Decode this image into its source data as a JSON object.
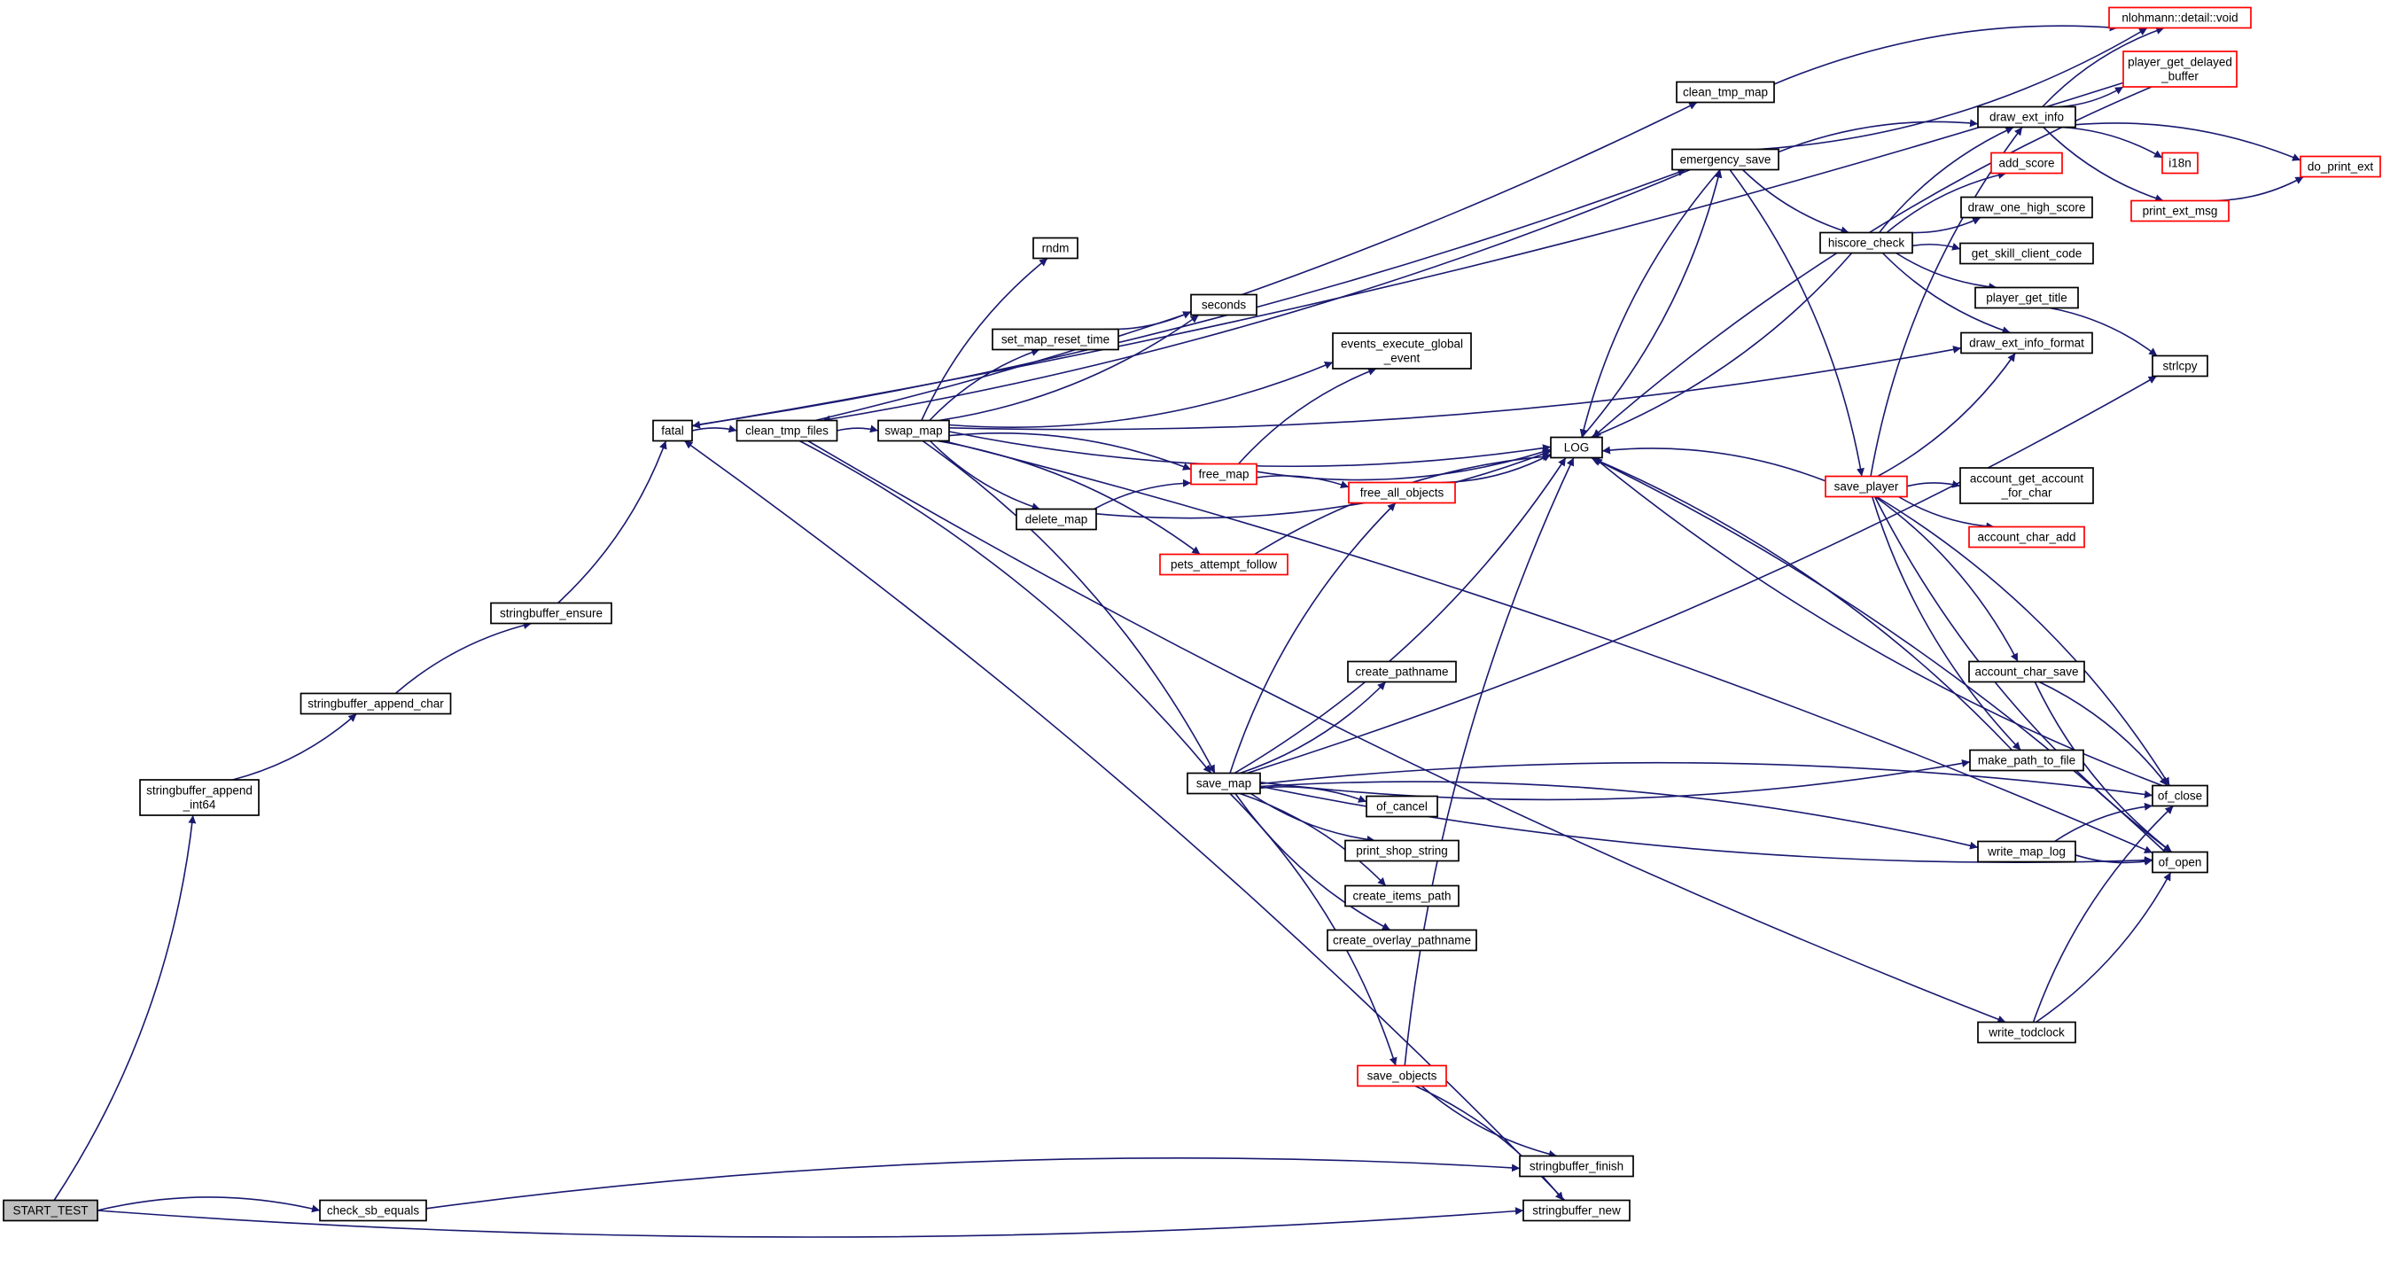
{
  "colors": {
    "edge": "#191970",
    "normal_border": "#000000",
    "external_border": "#ff0000",
    "root_fill": "#bfbfbf"
  },
  "nodes": [
    {
      "id": "START_TEST",
      "label": [
        "START_TEST"
      ],
      "style": "root"
    },
    {
      "id": "check_sb_equals",
      "label": [
        "check_sb_equals"
      ],
      "style": "normal"
    },
    {
      "id": "stringbuffer_append_int64",
      "label": [
        "stringbuffer_append",
        "_int64"
      ],
      "style": "normal"
    },
    {
      "id": "stringbuffer_append_char",
      "label": [
        "stringbuffer_append_char"
      ],
      "style": "normal"
    },
    {
      "id": "stringbuffer_ensure",
      "label": [
        "stringbuffer_ensure"
      ],
      "style": "normal"
    },
    {
      "id": "fatal",
      "label": [
        "fatal"
      ],
      "style": "normal"
    },
    {
      "id": "clean_tmp_files",
      "label": [
        "clean_tmp_files"
      ],
      "style": "normal"
    },
    {
      "id": "swap_map",
      "label": [
        "swap_map"
      ],
      "style": "normal"
    },
    {
      "id": "rndm",
      "label": [
        "rndm"
      ],
      "style": "normal"
    },
    {
      "id": "seconds",
      "label": [
        "seconds"
      ],
      "style": "normal"
    },
    {
      "id": "set_map_reset_time",
      "label": [
        "set_map_reset_time"
      ],
      "style": "normal"
    },
    {
      "id": "events_execute_global_event",
      "label": [
        "events_execute_global",
        "_event"
      ],
      "style": "normal"
    },
    {
      "id": "free_map",
      "label": [
        "free_map"
      ],
      "style": "external"
    },
    {
      "id": "delete_map",
      "label": [
        "delete_map"
      ],
      "style": "normal"
    },
    {
      "id": "free_all_objects",
      "label": [
        "free_all_objects"
      ],
      "style": "external"
    },
    {
      "id": "pets_attempt_follow",
      "label": [
        "pets_attempt_follow"
      ],
      "style": "external"
    },
    {
      "id": "LOG",
      "label": [
        "LOG"
      ],
      "style": "normal"
    },
    {
      "id": "save_map",
      "label": [
        "save_map"
      ],
      "style": "normal"
    },
    {
      "id": "create_pathname",
      "label": [
        "create_pathname"
      ],
      "style": "normal"
    },
    {
      "id": "of_cancel",
      "label": [
        "of_cancel"
      ],
      "style": "normal"
    },
    {
      "id": "print_shop_string",
      "label": [
        "print_shop_string"
      ],
      "style": "normal"
    },
    {
      "id": "create_items_path",
      "label": [
        "create_items_path"
      ],
      "style": "normal"
    },
    {
      "id": "create_overlay_pathname",
      "label": [
        "create_overlay_pathname"
      ],
      "style": "normal"
    },
    {
      "id": "save_objects",
      "label": [
        "save_objects"
      ],
      "style": "external"
    },
    {
      "id": "stringbuffer_finish",
      "label": [
        "stringbuffer_finish"
      ],
      "style": "normal"
    },
    {
      "id": "stringbuffer_new",
      "label": [
        "stringbuffer_new"
      ],
      "style": "normal"
    },
    {
      "id": "clean_tmp_map",
      "label": [
        "clean_tmp_map"
      ],
      "style": "normal"
    },
    {
      "id": "emergency_save",
      "label": [
        "emergency_save"
      ],
      "style": "normal"
    },
    {
      "id": "hiscore_check",
      "label": [
        "hiscore_check"
      ],
      "style": "normal"
    },
    {
      "id": "save_player",
      "label": [
        "save_player"
      ],
      "style": "external"
    },
    {
      "id": "account_char_save",
      "label": [
        "account_char_save"
      ],
      "style": "normal"
    },
    {
      "id": "write_map_log",
      "label": [
        "write_map_log"
      ],
      "style": "normal"
    },
    {
      "id": "write_todclock",
      "label": [
        "write_todclock"
      ],
      "style": "normal"
    },
    {
      "id": "nlohmann_void",
      "label": [
        "nlohmann::detail::void"
      ],
      "style": "external"
    },
    {
      "id": "player_get_delayed_buffer",
      "label": [
        "player_get_delayed",
        "_buffer"
      ],
      "style": "external"
    },
    {
      "id": "draw_ext_info",
      "label": [
        "draw_ext_info"
      ],
      "style": "normal"
    },
    {
      "id": "add_score",
      "label": [
        "add_score"
      ],
      "style": "external"
    },
    {
      "id": "draw_one_high_score",
      "label": [
        "draw_one_high_score"
      ],
      "style": "normal"
    },
    {
      "id": "get_skill_client_code",
      "label": [
        "get_skill_client_code"
      ],
      "style": "normal"
    },
    {
      "id": "player_get_title",
      "label": [
        "player_get_title"
      ],
      "style": "normal"
    },
    {
      "id": "draw_ext_info_format",
      "label": [
        "draw_ext_info_format"
      ],
      "style": "normal"
    },
    {
      "id": "account_get_account_for_char",
      "label": [
        "account_get_account",
        "_for_char"
      ],
      "style": "normal"
    },
    {
      "id": "account_char_add",
      "label": [
        "account_char_add"
      ],
      "style": "external"
    },
    {
      "id": "make_path_to_file",
      "label": [
        "make_path_to_file"
      ],
      "style": "normal"
    },
    {
      "id": "i18n",
      "label": [
        "i18n"
      ],
      "style": "external"
    },
    {
      "id": "print_ext_msg",
      "label": [
        "print_ext_msg"
      ],
      "style": "external"
    },
    {
      "id": "do_print_ext",
      "label": [
        "do_print_ext"
      ],
      "style": "external"
    },
    {
      "id": "strlcpy",
      "label": [
        "strlcpy"
      ],
      "style": "normal"
    },
    {
      "id": "of_close",
      "label": [
        "of_close"
      ],
      "style": "normal"
    },
    {
      "id": "of_open",
      "label": [
        "of_open"
      ],
      "style": "normal"
    }
  ],
  "edges": [
    [
      "START_TEST",
      "stringbuffer_append_int64"
    ],
    [
      "START_TEST",
      "check_sb_equals"
    ],
    [
      "START_TEST",
      "stringbuffer_new"
    ],
    [
      "check_sb_equals",
      "stringbuffer_finish"
    ],
    [
      "stringbuffer_append_int64",
      "stringbuffer_append_char"
    ],
    [
      "stringbuffer_append_char",
      "stringbuffer_ensure"
    ],
    [
      "stringbuffer_ensure",
      "fatal"
    ],
    [
      "fatal",
      "clean_tmp_files"
    ],
    [
      "fatal",
      "emergency_save"
    ],
    [
      "clean_tmp_files",
      "swap_map"
    ],
    [
      "clean_tmp_files",
      "clean_tmp_map"
    ],
    [
      "clean_tmp_files",
      "save_map"
    ],
    [
      "clean_tmp_files",
      "write_todclock"
    ],
    [
      "swap_map",
      "rndm"
    ],
    [
      "swap_map",
      "seconds"
    ],
    [
      "swap_map",
      "set_map_reset_time"
    ],
    [
      "swap_map",
      "events_execute_global_event"
    ],
    [
      "swap_map",
      "free_map"
    ],
    [
      "swap_map",
      "delete_map"
    ],
    [
      "swap_map",
      "pets_attempt_follow"
    ],
    [
      "swap_map",
      "LOG"
    ],
    [
      "swap_map",
      "save_map"
    ],
    [
      "swap_map",
      "draw_ext_info_format"
    ],
    [
      "swap_map",
      "of_open"
    ],
    [
      "set_map_reset_time",
      "seconds"
    ],
    [
      "delete_map",
      "free_map"
    ],
    [
      "delete_map",
      "LOG"
    ],
    [
      "free_map",
      "free_all_objects"
    ],
    [
      "free_map",
      "LOG"
    ],
    [
      "free_map",
      "events_execute_global_event"
    ],
    [
      "free_all_objects",
      "LOG"
    ],
    [
      "pets_attempt_follow",
      "LOG"
    ],
    [
      "save_map",
      "LOG"
    ],
    [
      "save_map",
      "free_all_objects"
    ],
    [
      "save_map",
      "create_pathname"
    ],
    [
      "save_map",
      "of_cancel"
    ],
    [
      "save_map",
      "print_shop_string"
    ],
    [
      "save_map",
      "create_items_path"
    ],
    [
      "save_map",
      "create_overlay_pathname"
    ],
    [
      "save_map",
      "save_objects"
    ],
    [
      "save_map",
      "make_path_to_file"
    ],
    [
      "save_map",
      "of_close"
    ],
    [
      "save_map",
      "of_open"
    ],
    [
      "save_map",
      "write_map_log"
    ],
    [
      "save_map",
      "strlcpy"
    ],
    [
      "save_objects",
      "LOG"
    ],
    [
      "save_objects",
      "stringbuffer_finish"
    ],
    [
      "save_objects",
      "stringbuffer_new"
    ],
    [
      "stringbuffer_new",
      "fatal"
    ],
    [
      "clean_tmp_map",
      "nlohmann_void"
    ],
    [
      "emergency_save",
      "LOG"
    ],
    [
      "emergency_save",
      "draw_ext_info"
    ],
    [
      "emergency_save",
      "hiscore_check"
    ],
    [
      "emergency_save",
      "save_player"
    ],
    [
      "emergency_save",
      "nlohmann_void"
    ],
    [
      "emergency_save",
      "clean_tmp_files"
    ],
    [
      "LOG",
      "emergency_save"
    ],
    [
      "hiscore_check",
      "add_score"
    ],
    [
      "hiscore_check",
      "draw_one_high_score"
    ],
    [
      "hiscore_check",
      "get_skill_client_code"
    ],
    [
      "hiscore_check",
      "player_get_title"
    ],
    [
      "hiscore_check",
      "draw_ext_info"
    ],
    [
      "hiscore_check",
      "draw_ext_info_format"
    ],
    [
      "hiscore_check",
      "LOG"
    ],
    [
      "save_player",
      "LOG"
    ],
    [
      "save_player",
      "draw_ext_info"
    ],
    [
      "save_player",
      "draw_ext_info_format"
    ],
    [
      "save_player",
      "account_get_account_for_char"
    ],
    [
      "save_player",
      "account_char_add"
    ],
    [
      "save_player",
      "account_char_save"
    ],
    [
      "save_player",
      "make_path_to_file"
    ],
    [
      "save_player",
      "of_close"
    ],
    [
      "save_player",
      "of_open"
    ],
    [
      "account_char_save",
      "of_close"
    ],
    [
      "account_char_save",
      "of_open"
    ],
    [
      "write_map_log",
      "of_close"
    ],
    [
      "write_map_log",
      "of_open"
    ],
    [
      "write_todclock",
      "of_close"
    ],
    [
      "write_todclock",
      "of_open"
    ],
    [
      "draw_ext_info",
      "nlohmann_void"
    ],
    [
      "draw_ext_info",
      "player_get_delayed_buffer"
    ],
    [
      "draw_ext_info",
      "i18n"
    ],
    [
      "draw_ext_info",
      "print_ext_msg"
    ],
    [
      "draw_ext_info",
      "do_print_ext"
    ],
    [
      "print_ext_msg",
      "do_print_ext"
    ],
    [
      "player_get_delayed_buffer",
      "fatal"
    ],
    [
      "player_get_delayed_buffer",
      "LOG"
    ],
    [
      "player_get_title",
      "strlcpy"
    ],
    [
      "make_path_to_file",
      "LOG"
    ],
    [
      "of_close",
      "LOG"
    ],
    [
      "of_open",
      "LOG"
    ]
  ]
}
